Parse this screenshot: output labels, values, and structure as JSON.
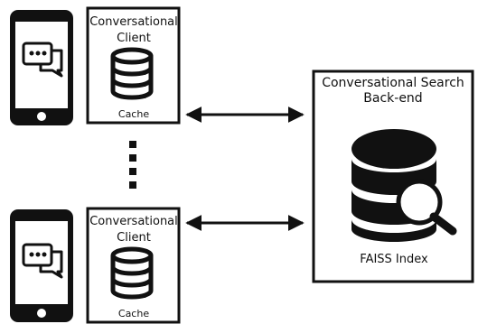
{
  "diagram": {
    "colors": {
      "ink": "#111111",
      "background": "#ffffff"
    },
    "clients": [
      {
        "title_line1": "Conversational",
        "title_line2": "Client",
        "cache_label": "Cache",
        "device_icon": "smartphone-chat-icon",
        "storage_icon": "database-icon"
      },
      {
        "title_line1": "Conversational",
        "title_line2": "Client",
        "cache_label": "Cache",
        "device_icon": "smartphone-chat-icon",
        "storage_icon": "database-icon"
      }
    ],
    "backend": {
      "title_line1": "Conversational Search",
      "title_line2": "Back-end",
      "index_label": "FAISS Index",
      "icon": "database-search-icon"
    },
    "connectors": {
      "type": "bidirectional-arrow",
      "between": [
        "client",
        "backend"
      ]
    },
    "ellipsis": {
      "orientation": "vertical",
      "count": 4
    }
  }
}
